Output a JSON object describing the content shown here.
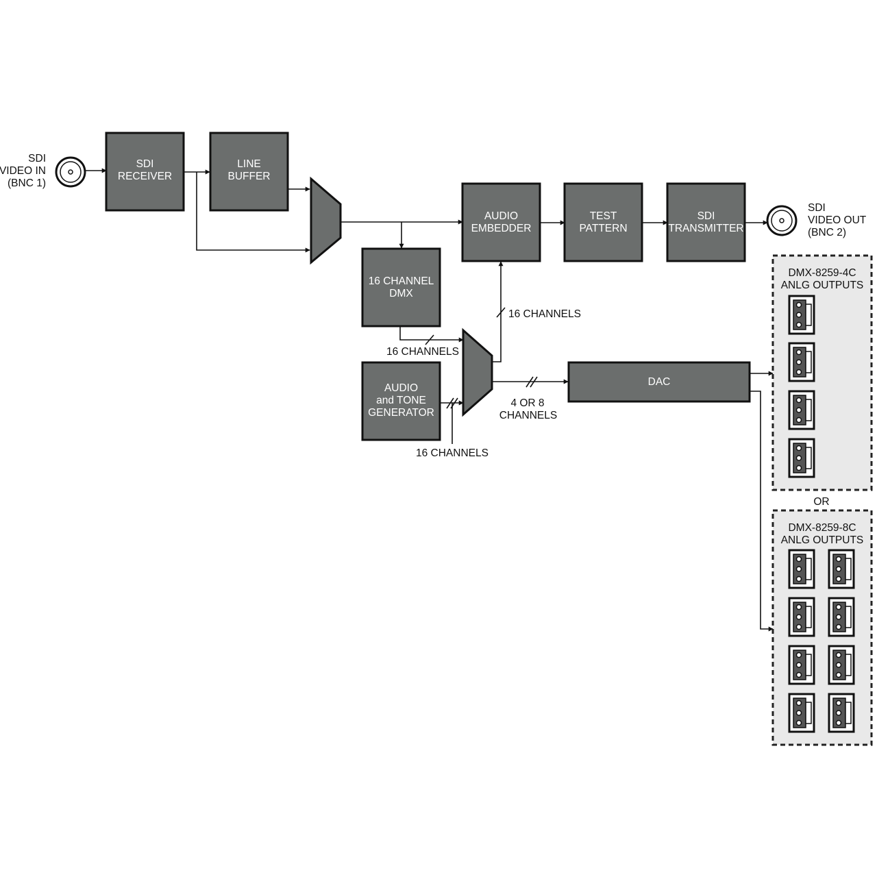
{
  "input": {
    "line1": "SDI",
    "line2": "VIDEO IN",
    "line3": "(BNC 1)"
  },
  "output": {
    "line1": "SDI",
    "line2": "VIDEO OUT",
    "line3": "(BNC 2)"
  },
  "blocks": {
    "sdi_receiver": [
      "SDI",
      "RECEIVER"
    ],
    "line_buffer": [
      "LINE",
      "BUFFER"
    ],
    "audio_embedder": [
      "AUDIO",
      "EMBEDDER"
    ],
    "test_pattern": [
      "TEST",
      "PATTERN"
    ],
    "sdi_transmitter": [
      "SDI",
      "TRANSMITTER"
    ],
    "channel_dmx": [
      "16 CHANNEL",
      "DMX"
    ],
    "audio_tone_gen": [
      "AUDIO",
      "and TONE",
      "GENERATOR"
    ],
    "dac": [
      "DAC"
    ]
  },
  "labels": {
    "ch16_embedder": "16 CHANNELS",
    "ch16_dmx": "16 CHANNELS",
    "ch16_gen": "16 CHANNELS",
    "ch_4or8": [
      "4 OR 8",
      "CHANNELS"
    ],
    "or": "OR"
  },
  "output_groups": {
    "four_channel": [
      "DMX-8259-4C",
      "ANLG OUTPUTS"
    ],
    "eight_channel": [
      "DMX-8259-8C",
      "ANLG OUTPUTS"
    ]
  }
}
